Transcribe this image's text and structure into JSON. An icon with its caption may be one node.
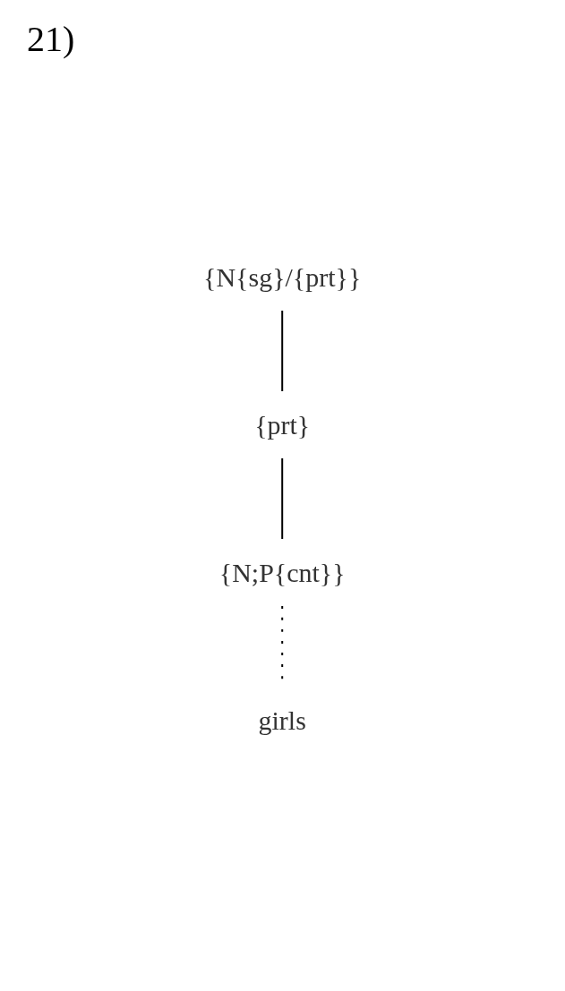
{
  "diagram": {
    "nodes": [
      {
        "text": [
          "{N{sg}/{prt}}"
        ]
      },
      {
        "text": [
          "{prt}"
        ]
      },
      {
        "text": [
          "{N;P{cnt}}"
        ]
      },
      {
        "text": [
          "girls"
        ]
      }
    ],
    "edges": [
      {
        "from": 0,
        "to": 1,
        "arrow": "none"
      },
      {
        "from": 1,
        "to": 2,
        "arrow": "none"
      },
      {
        "from": 2,
        "to": 3,
        "arrow": "none",
        "style": "dashed"
      }
    ],
    "labels": [
      "21)"
    ]
  }
}
